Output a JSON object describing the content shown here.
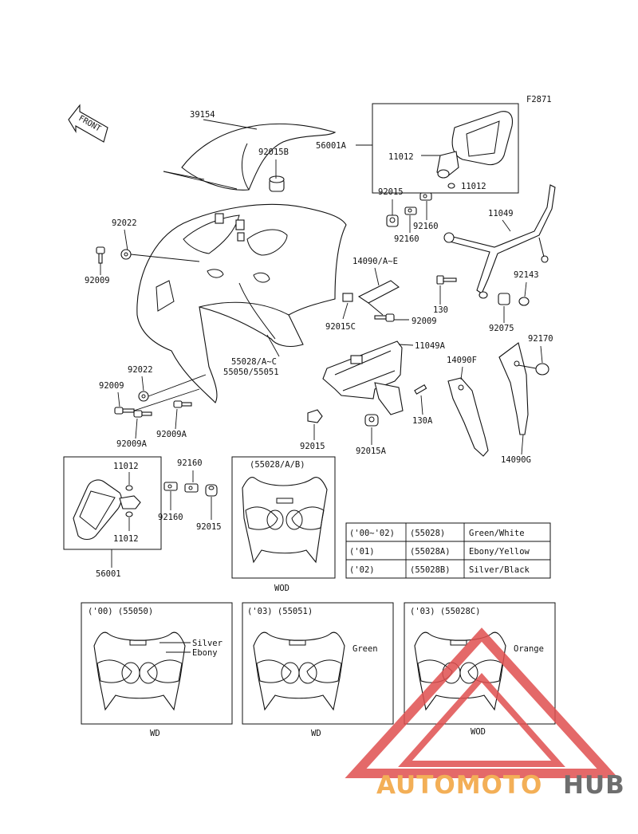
{
  "figure_code": "F2871",
  "front_label": "FRONT",
  "parts": {
    "p39154": "39154",
    "p56001A": "56001A",
    "p11012_a": "11012",
    "p11012_b": "11012",
    "p92015B": "92015B",
    "p92022_a": "92022",
    "p92009_a": "92009",
    "p92015_a": "92015",
    "p92160_a": "92160",
    "p92160_b": "92160",
    "p11049": "11049",
    "p14090": "14090/A~E",
    "p92143": "92143",
    "p130": "130",
    "p92015C": "92015C",
    "p92009_b": "92009",
    "p92075": "92075",
    "p11049A": "11049A",
    "p55028": "55028/A~C",
    "p55050": "55050/55051",
    "p92170": "92170",
    "p14090F": "14090F",
    "p92022_b": "92022",
    "p92009_c": "92009",
    "p92009A_a": "92009A",
    "p92009A_b": "92009A",
    "p130A": "130A",
    "p92015_b": "92015",
    "p92015A": "92015A",
    "p14090G": "14090G",
    "p11012_c": "11012",
    "p11012_d": "11012",
    "p92160_c": "92160",
    "p92160_d": "92160",
    "p92015_c": "92015",
    "p56001": "56001"
  },
  "inset_wod_top": {
    "title": "(55028/A/B)",
    "caption": "WOD"
  },
  "color_table": [
    {
      "year": "('00~'02)",
      "part": "(55028)",
      "color": "Green/White"
    },
    {
      "year": "('01)",
      "part": "(55028A)",
      "color": "Ebony/Yellow"
    },
    {
      "year": "('02)",
      "part": "(55028B)",
      "color": "Silver/Black"
    }
  ],
  "bottom_insets": [
    {
      "title": "('00) (55050)",
      "caption": "WD",
      "colors": [
        "Silver",
        "Ebony"
      ]
    },
    {
      "title": "('03) (55051)",
      "caption": "WD",
      "colors": [
        "Green"
      ]
    },
    {
      "title": "('03) (55028C)",
      "caption": "WOD",
      "colors": [
        "Orange"
      ]
    }
  ],
  "watermark": {
    "part1": "AUTOMOTO",
    "part2": "HUB",
    "color1": "#f2a23a",
    "color2": "#555555",
    "triangle_color": "#e05050"
  }
}
